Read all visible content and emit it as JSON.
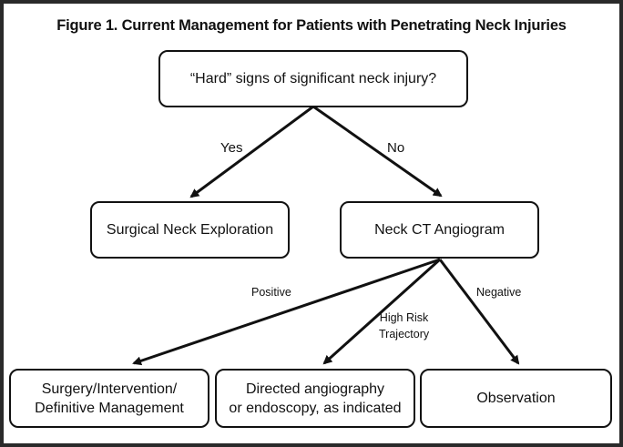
{
  "title": "Figure 1.  Current Management for Patients with Penetrating Neck Injuries",
  "nodes": {
    "hard_signs": "“Hard” signs of significant neck injury?",
    "surgical_exploration": "Surgical Neck Exploration",
    "ct_angiogram": "Neck CT Angiogram",
    "surgery": [
      "Surgery/Intervention/",
      "Definitive Management"
    ],
    "directed": [
      "Directed angiography",
      "or endoscopy, as indicated"
    ],
    "observation": "Observation"
  },
  "edge_labels": {
    "yes": "Yes",
    "no": "No",
    "positive": "Positive",
    "high_risk": [
      "High Risk",
      "Trajectory"
    ],
    "negative": "Negative"
  }
}
